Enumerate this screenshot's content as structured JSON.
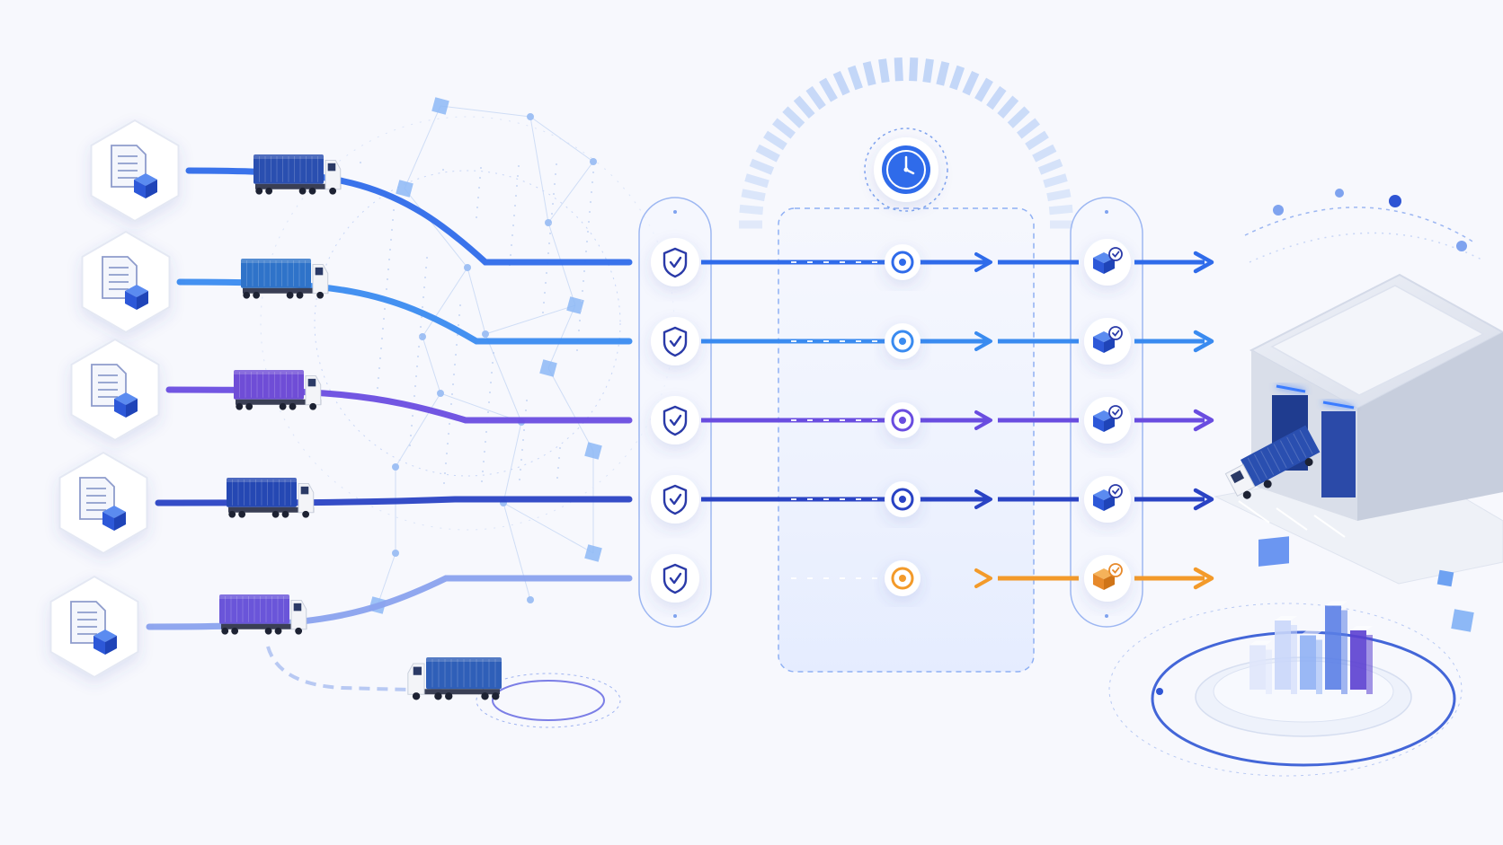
{
  "colors": {
    "background": "#f7f8fd",
    "blue": "#2f6bea",
    "light_blue": "#3a8bf0",
    "purple": "#6a4de0",
    "navy": "#2a43c4",
    "orange": "#f39a2a",
    "network": "#a8c3ef"
  },
  "lanes": [
    {
      "id": "lane-1",
      "color": "blue",
      "truck_color": "#2a4fb0",
      "status": "ok"
    },
    {
      "id": "lane-2",
      "color": "light_blue",
      "truck_color": "#2f73c9",
      "status": "ok"
    },
    {
      "id": "lane-3",
      "color": "purple",
      "truck_color": "#6f4dd6",
      "status": "ok"
    },
    {
      "id": "lane-4",
      "color": "navy",
      "truck_color": "#2548b3",
      "status": "ok"
    },
    {
      "id": "lane-5",
      "color": "orange",
      "truck_color": "#6a55d9",
      "status": "warning"
    }
  ],
  "icons": {
    "document": "document-icon",
    "package": "package-icon",
    "truck": "truck-icon",
    "shield_check": "shield-check-icon",
    "checkpoint": "checkpoint-icon",
    "package_check": "package-check-icon",
    "clock": "clock-icon",
    "warehouse": "warehouse-icon",
    "analytics": "bar-chart-icon",
    "network": "network-node-icon"
  },
  "bar_chart": {
    "values": [
      0.45,
      0.7,
      0.55,
      0.85,
      0.6
    ],
    "colors": [
      "#dfe6fb",
      "#c9d6fa",
      "#8fb0f4",
      "#5a7ee6",
      "#5b3fd0"
    ]
  }
}
